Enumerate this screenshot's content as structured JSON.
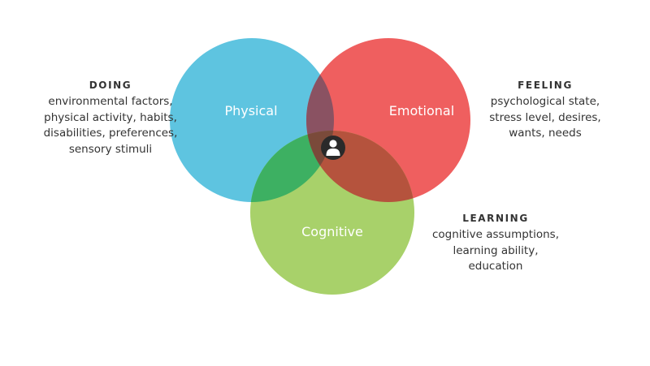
{
  "circles": {
    "physical": {
      "label": "Physical",
      "color": "#5ec4e0"
    },
    "emotional": {
      "label": "Emotional",
      "color": "#ef5f5f"
    },
    "cognitive": {
      "label": "Cognitive",
      "color": "#a8d16a"
    }
  },
  "overlap_colors": {
    "physical_emotional": "#8a5262",
    "physical_cognitive": "#3db062",
    "emotional_cognitive": "#b5533d",
    "center": "#7a4a3a"
  },
  "center_icon": "person-icon",
  "blocks": {
    "doing": {
      "title": "DOING",
      "lines": [
        "environmental factors,",
        "physical activity, habits,",
        "disabilities, preferences,",
        "sensory stimuli"
      ]
    },
    "feeling": {
      "title": "FEELING",
      "lines": [
        "psychological state,",
        "stress level, desires,",
        "wants, needs"
      ]
    },
    "learning": {
      "title": "LEARNING",
      "lines": [
        "cognitive assumptions,",
        "learning ability,",
        "education"
      ]
    }
  }
}
